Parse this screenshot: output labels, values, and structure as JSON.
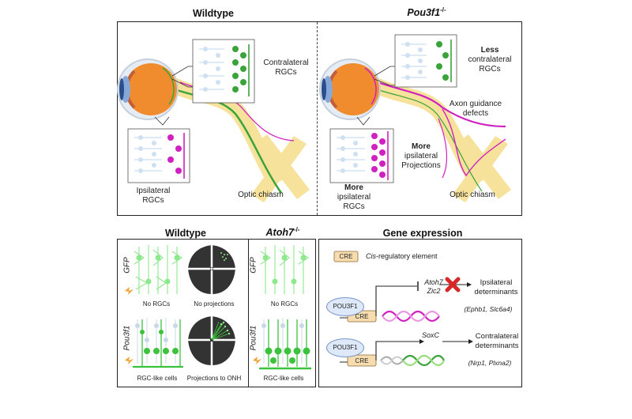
{
  "top": {
    "wildtype_title": "Wildtype",
    "mutant_title_gene": "Pou3f1",
    "mutant_title_sup": "-/-",
    "wt_contra_label_1": "Contralateral",
    "wt_contra_label_2": "RGCs",
    "wt_ipsi_label_1": "Ipsilateral",
    "wt_ipsi_label_2": "RGCs",
    "wt_chiasm": "Optic chiasm",
    "mut_less_bold": "Less",
    "mut_less_1": "contralateral",
    "mut_less_2": "RGCs",
    "mut_axon_1": "Axon guidance",
    "mut_axon_2": "defects",
    "mut_more_proj_bold": "More",
    "mut_more_proj_1": "ipsilateral",
    "mut_more_proj_2": "Projections",
    "mut_more_rgc_bold": "More",
    "mut_more_rgc_1": "ipsilateral",
    "mut_more_rgc_2": "RGCs",
    "mut_chiasm": "Optic chiasm"
  },
  "bottom_left": {
    "wildtype_title": "Wildtype",
    "atoh7_gene": "Atoh7",
    "atoh7_sup": "-/-",
    "gfp_label": "GFP",
    "pou_label": "Pou3f1",
    "no_rgcs": "No RGCs",
    "no_projections": "No projections",
    "rgc_like": "RGC-like cells",
    "projections_onh": "Projections to ONH",
    "atoh_no_rgcs": "No RGCs",
    "atoh_rgc_like": "RGC-like cells"
  },
  "gene": {
    "title": "Gene expression",
    "cre_box": "CRE",
    "cre_legend_italic": "Cis",
    "cre_legend_rest": "-regulatory element",
    "pou3f1": "POU3F1",
    "cre": "CRE",
    "atoh7": "Atoh7",
    "zic2": "Zic2",
    "ipsi_det_1": "Ipsilateral",
    "ipsi_det_2": "determinants",
    "ipsi_genes": "(Ephb1, Slc6a4)",
    "pou3f1_b": "POU3F1",
    "cre_b": "CRE",
    "soxc": "SoxC",
    "contra_det_1": "Contralateral",
    "contra_det_2": "determinants",
    "contra_genes": "(Nrp1, Plxna2)"
  },
  "colors": {
    "contra_green": "#3aa33a",
    "ipsi_magenta": "#d020c0",
    "gfp_green": "#7ee07e",
    "eye_orange": "#f08c2e",
    "tract_yellow": "#f7e29c",
    "cre_fill": "#f6dcae",
    "pou_blue": "#dde8f8",
    "cross_red": "#d62828"
  }
}
